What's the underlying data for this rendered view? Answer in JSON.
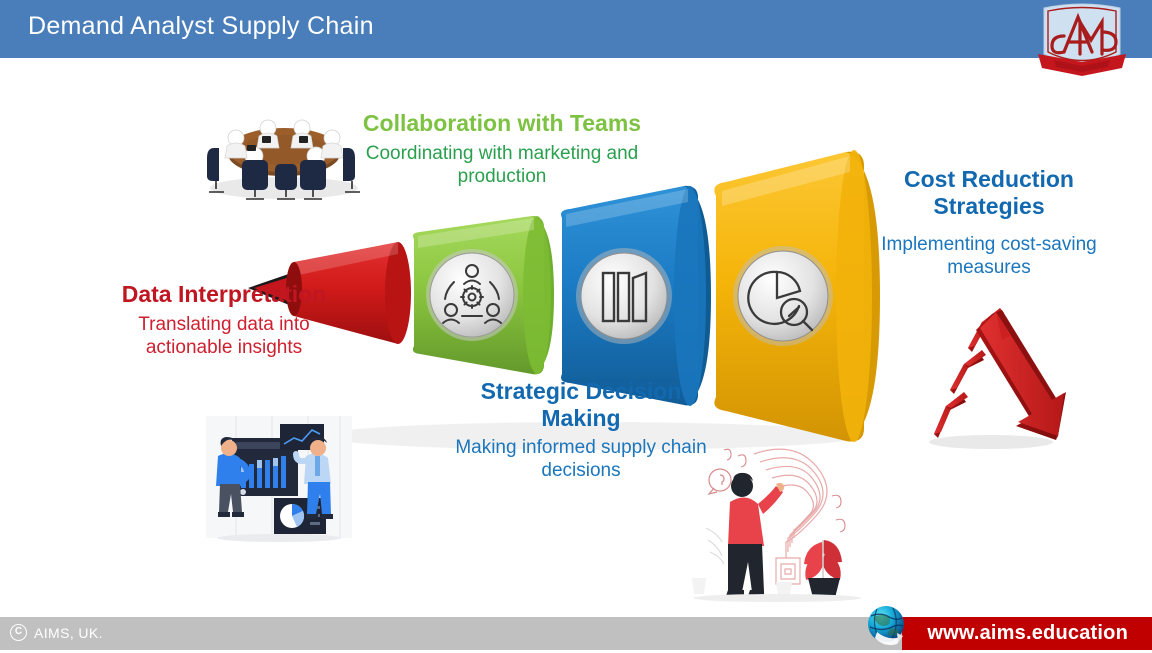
{
  "header": {
    "title": "Demand Analyst Supply Chain",
    "bar_color": "#4a7ebb",
    "logo_name": "AIMS"
  },
  "footer": {
    "copyright_symbol": "C",
    "copyright": "AIMS, UK.",
    "url": "www.aims.education",
    "bar_color": "#c0c0c0",
    "url_bar_color": "#c00000"
  },
  "blocks": [
    {
      "id": "collaboration",
      "heading": "Collaboration with Teams",
      "sub": "Coordinating with marketing and production",
      "heading_color": "#7dc242",
      "sub_color": "#2aa04e"
    },
    {
      "id": "data-interpretation",
      "heading": "Data Interpretation",
      "sub": "Translating data into actionable insights",
      "heading_color": "#bf1622",
      "sub_color": "#cf2030"
    },
    {
      "id": "strategic-decision-making",
      "heading": "Strategic Decision Making",
      "sub": "Making informed supply chain decisions",
      "heading_color": "#1269b0",
      "sub_color": "#1b76bd"
    },
    {
      "id": "cost-reduction",
      "heading": "Cost Reduction Strategies",
      "sub": "Implementing cost-saving measures",
      "heading_color": "#1269b0",
      "sub_color": "#1b76bd"
    }
  ],
  "funnel": {
    "segments": [
      {
        "name": "red-segment",
        "color": "#d11a1a",
        "icon": "data-flow-clock-icon"
      },
      {
        "name": "green-segment",
        "color": "#8cc63f",
        "icon": "team-gear-icon"
      },
      {
        "name": "blue-segment",
        "color": "#1b7bc4",
        "icon": "bar-chart-icon"
      },
      {
        "name": "yellow-segment",
        "color": "#f5b409",
        "icon": "pie-magnifier-icon"
      }
    ]
  },
  "illustrations": [
    {
      "name": "team-meeting-illustration"
    },
    {
      "name": "data-dashboard-illustration"
    },
    {
      "name": "question-mark-illustration"
    },
    {
      "name": "declining-arrow-illustration"
    }
  ]
}
